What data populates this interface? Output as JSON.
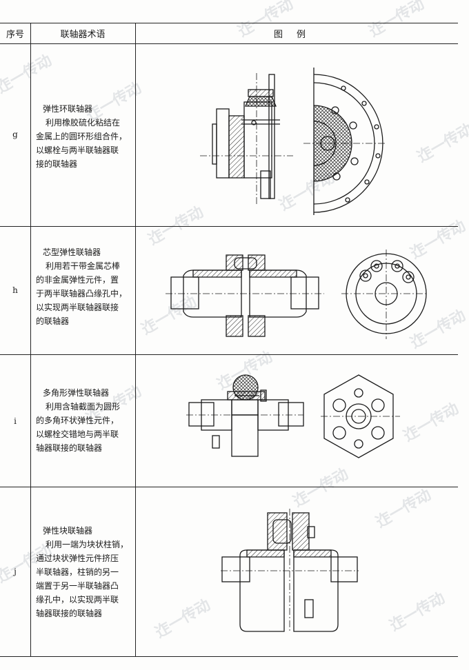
{
  "header": {
    "col_seq": "序号",
    "col_term": "联轴器术语",
    "col_figure": "图例"
  },
  "rows": [
    {
      "seq": "g",
      "title": "弹性环联轴器",
      "desc_lines": [
        "利用橡胶硫化粘结在",
        "金属上的圆环形组合件，",
        "以螺栓与两半联轴器联",
        "接的联轴器"
      ]
    },
    {
      "seq": "h",
      "title": "芯型弹性联轴器",
      "desc_lines": [
        "利用若干带金属芯棒",
        "的非金属弹性元件，置",
        "于两半联轴器凸缘孔中，",
        "以实现两半联轴器联接",
        "的联轴器"
      ]
    },
    {
      "seq": "i",
      "title": "多角形弹性联轴器",
      "desc_lines": [
        "利用含轴截面为圆形",
        "的多角环状弹性元件，",
        "以螺栓交错地与两半联",
        "轴器联接的联轴器"
      ]
    },
    {
      "seq": "j",
      "title": "弹性块联轴器",
      "desc_lines": [
        "利用一端为块状柱销，",
        "通过块状弹性元件挤压",
        "半联轴器，柱销的另一",
        "端置于另一半联轴器凸",
        "缘孔中，以实现两半联",
        "轴器联接的联轴器"
      ]
    }
  ],
  "watermark": "迮一传动",
  "colors": {
    "ink": "#1a1a1a",
    "watermark": "#cfd3d6"
  }
}
